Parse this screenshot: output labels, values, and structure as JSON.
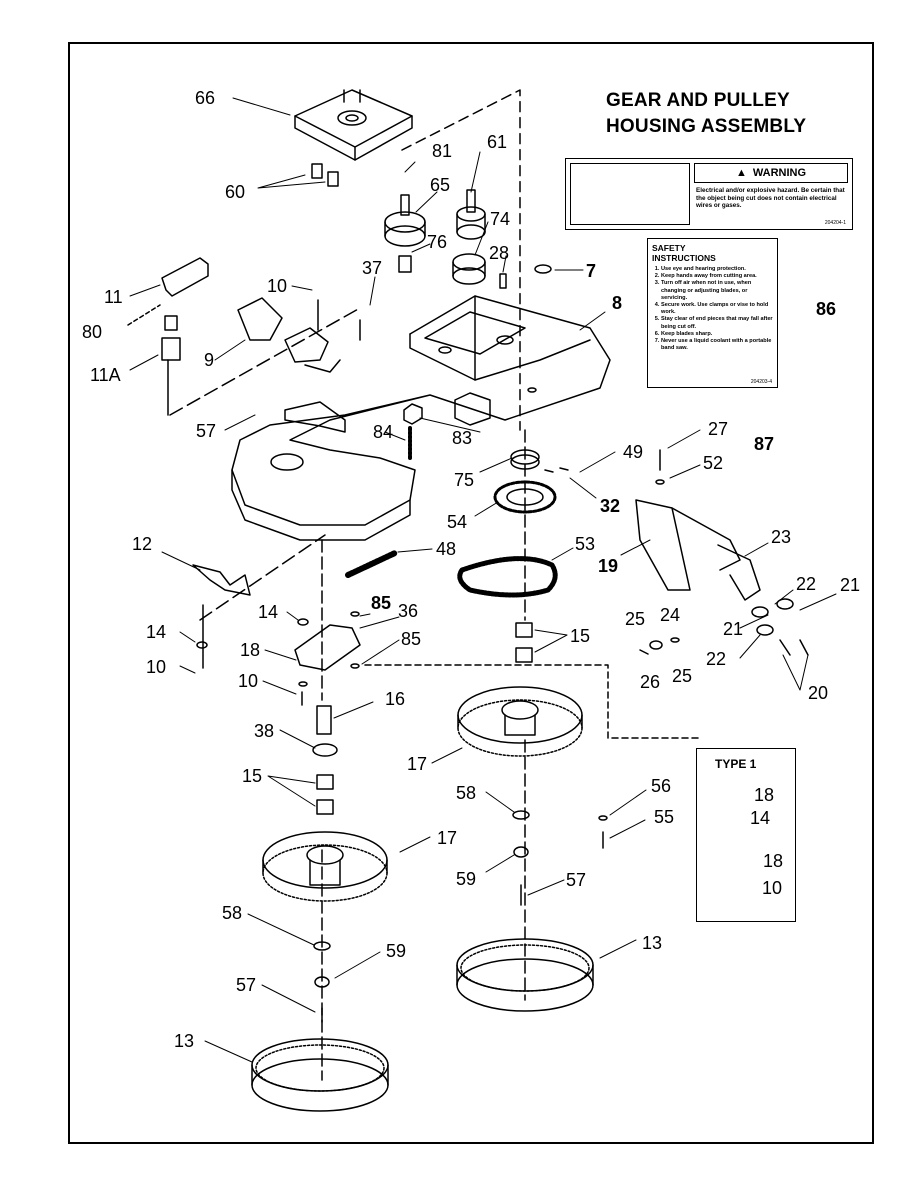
{
  "title": {
    "line1": "GEAR AND PULLEY",
    "line2": "HOUSING ASSEMBLY"
  },
  "warning_label": {
    "heading": "WARNING",
    "text": "Electrical and/or explosive hazard. Be certain that the object being cut does not contain electrical wires or gases.",
    "code": "204204-1"
  },
  "safety_label": {
    "heading_line1": "SAFETY",
    "heading_line2": "INSTRUCTIONS",
    "items": [
      "Use eye and hearing protection.",
      "Keep hands away from cutting area.",
      "Turn off air when not in use, when changing or adjusting blades, or servicing.",
      "Secure work. Use clamps or vise to hold work.",
      "Stay clear of end pieces that may fall after being cut off.",
      "Keep blades sharp.",
      "Never use a liquid coolant with a portable band saw."
    ],
    "code": "204203-4"
  },
  "type1_box": {
    "title": "TYPE 1"
  },
  "part_labels": [
    {
      "text": "66"
    },
    {
      "text": "81"
    },
    {
      "text": "61"
    },
    {
      "text": "65"
    },
    {
      "text": "74"
    },
    {
      "text": "60"
    },
    {
      "text": "76"
    },
    {
      "text": "28"
    },
    {
      "text": "7"
    },
    {
      "text": "37"
    },
    {
      "text": "10"
    },
    {
      "text": "11"
    },
    {
      "text": "80"
    },
    {
      "text": "9"
    },
    {
      "text": "11A"
    },
    {
      "text": "8"
    },
    {
      "text": "86"
    },
    {
      "text": "57"
    },
    {
      "text": "84"
    },
    {
      "text": "83"
    },
    {
      "text": "49"
    },
    {
      "text": "27"
    },
    {
      "text": "87"
    },
    {
      "text": "52"
    },
    {
      "text": "75"
    },
    {
      "text": "32"
    },
    {
      "text": "54"
    },
    {
      "text": "12"
    },
    {
      "text": "48"
    },
    {
      "text": "53"
    },
    {
      "text": "23"
    },
    {
      "text": "19"
    },
    {
      "text": "22"
    },
    {
      "text": "21"
    },
    {
      "text": "85"
    },
    {
      "text": "14"
    },
    {
      "text": "36"
    },
    {
      "text": "14"
    },
    {
      "text": "25"
    },
    {
      "text": "24"
    },
    {
      "text": "15"
    },
    {
      "text": "21"
    },
    {
      "text": "18"
    },
    {
      "text": "85"
    },
    {
      "text": "22"
    },
    {
      "text": "10"
    },
    {
      "text": "10"
    },
    {
      "text": "16"
    },
    {
      "text": "26"
    },
    {
      "text": "25"
    },
    {
      "text": "20"
    },
    {
      "text": "38"
    },
    {
      "text": "17"
    },
    {
      "text": "15"
    },
    {
      "text": "58"
    },
    {
      "text": "56"
    },
    {
      "text": "55"
    },
    {
      "text": "17"
    },
    {
      "text": "59"
    },
    {
      "text": "57"
    },
    {
      "text": "58"
    },
    {
      "text": "59"
    },
    {
      "text": "13"
    },
    {
      "text": "57"
    },
    {
      "text": "13"
    },
    {
      "text": "18"
    },
    {
      "text": "14"
    },
    {
      "text": "18"
    },
    {
      "text": "10"
    }
  ]
}
